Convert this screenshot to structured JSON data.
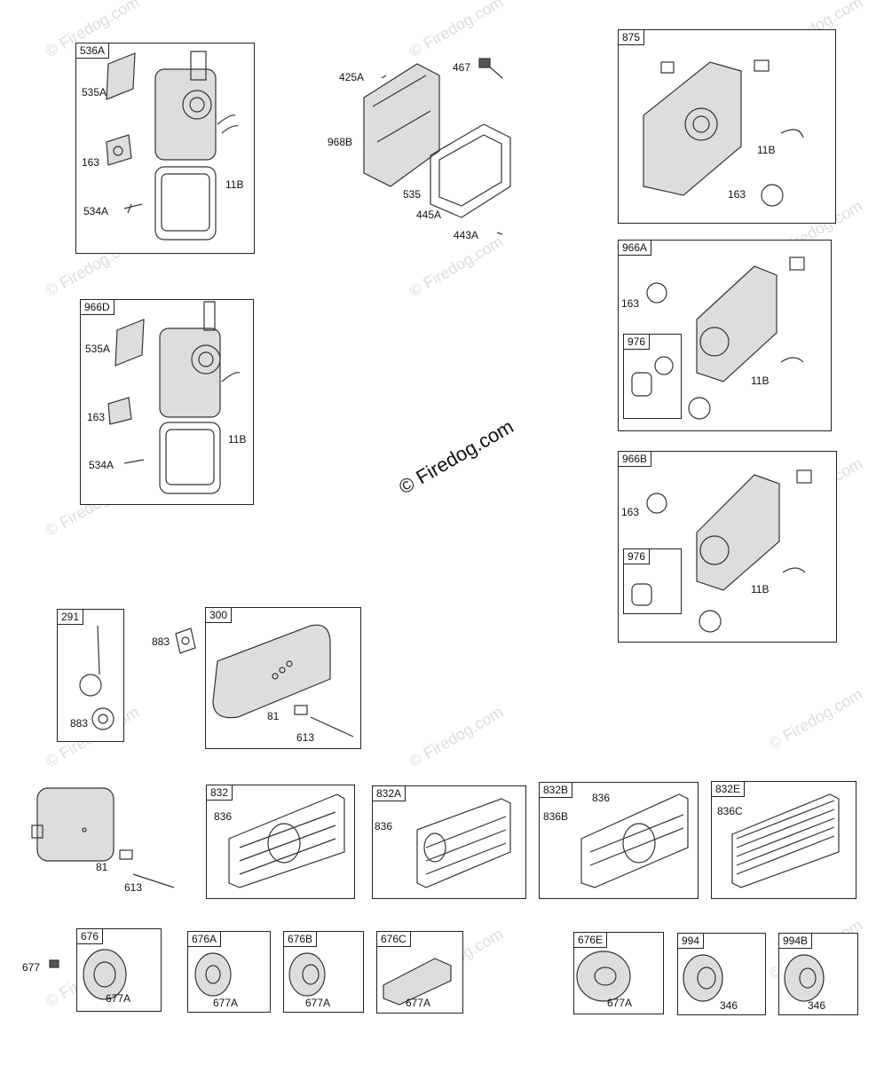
{
  "watermark": "© Firedog.com",
  "center_watermark": "© Firedog.com",
  "panels": {
    "p536A": "536A",
    "p966D": "966D",
    "p875": "875",
    "p966A": "966A",
    "p976a": "976",
    "p966B": "966B",
    "p976b": "976",
    "p291": "291",
    "p300": "300",
    "p832": "832",
    "p832A": "832A",
    "p832B": "832B",
    "p832E": "832E",
    "p676": "676",
    "p676A": "676A",
    "p676B": "676B",
    "p676C": "676C",
    "p676E": "676E",
    "p994": "994",
    "p994B": "994B"
  },
  "labels": {
    "l535A_1": "535A",
    "l163_1": "163",
    "l534A_1": "534A",
    "l11B_1": "11B",
    "l425A": "425A",
    "l467": "467",
    "l968B": "968B",
    "l535": "535",
    "l445A": "445A",
    "l443A": "443A",
    "l11B_875": "11B",
    "l163_875": "163",
    "l163_966A": "163",
    "l11B_966A": "11B",
    "l163_966B": "163",
    "l11B_966B": "11B",
    "l535A_2": "535A",
    "l163_2": "163",
    "l534A_2": "534A",
    "l11B_2": "11B",
    "l883_291": "883",
    "l883_mid": "883",
    "l81_300": "81",
    "l613_300": "613",
    "l81_lone": "81",
    "l613_lone": "613",
    "l836_832": "836",
    "l836_832A": "836",
    "l836_832B": "836",
    "l836B": "836B",
    "l836C": "836C",
    "l677": "677",
    "l677A_676": "677A",
    "l677A_676A": "677A",
    "l677A_676B": "677A",
    "l677A_676C": "677A",
    "l677A_676E": "677A",
    "l346_994": "346",
    "l346_994B": "346"
  }
}
